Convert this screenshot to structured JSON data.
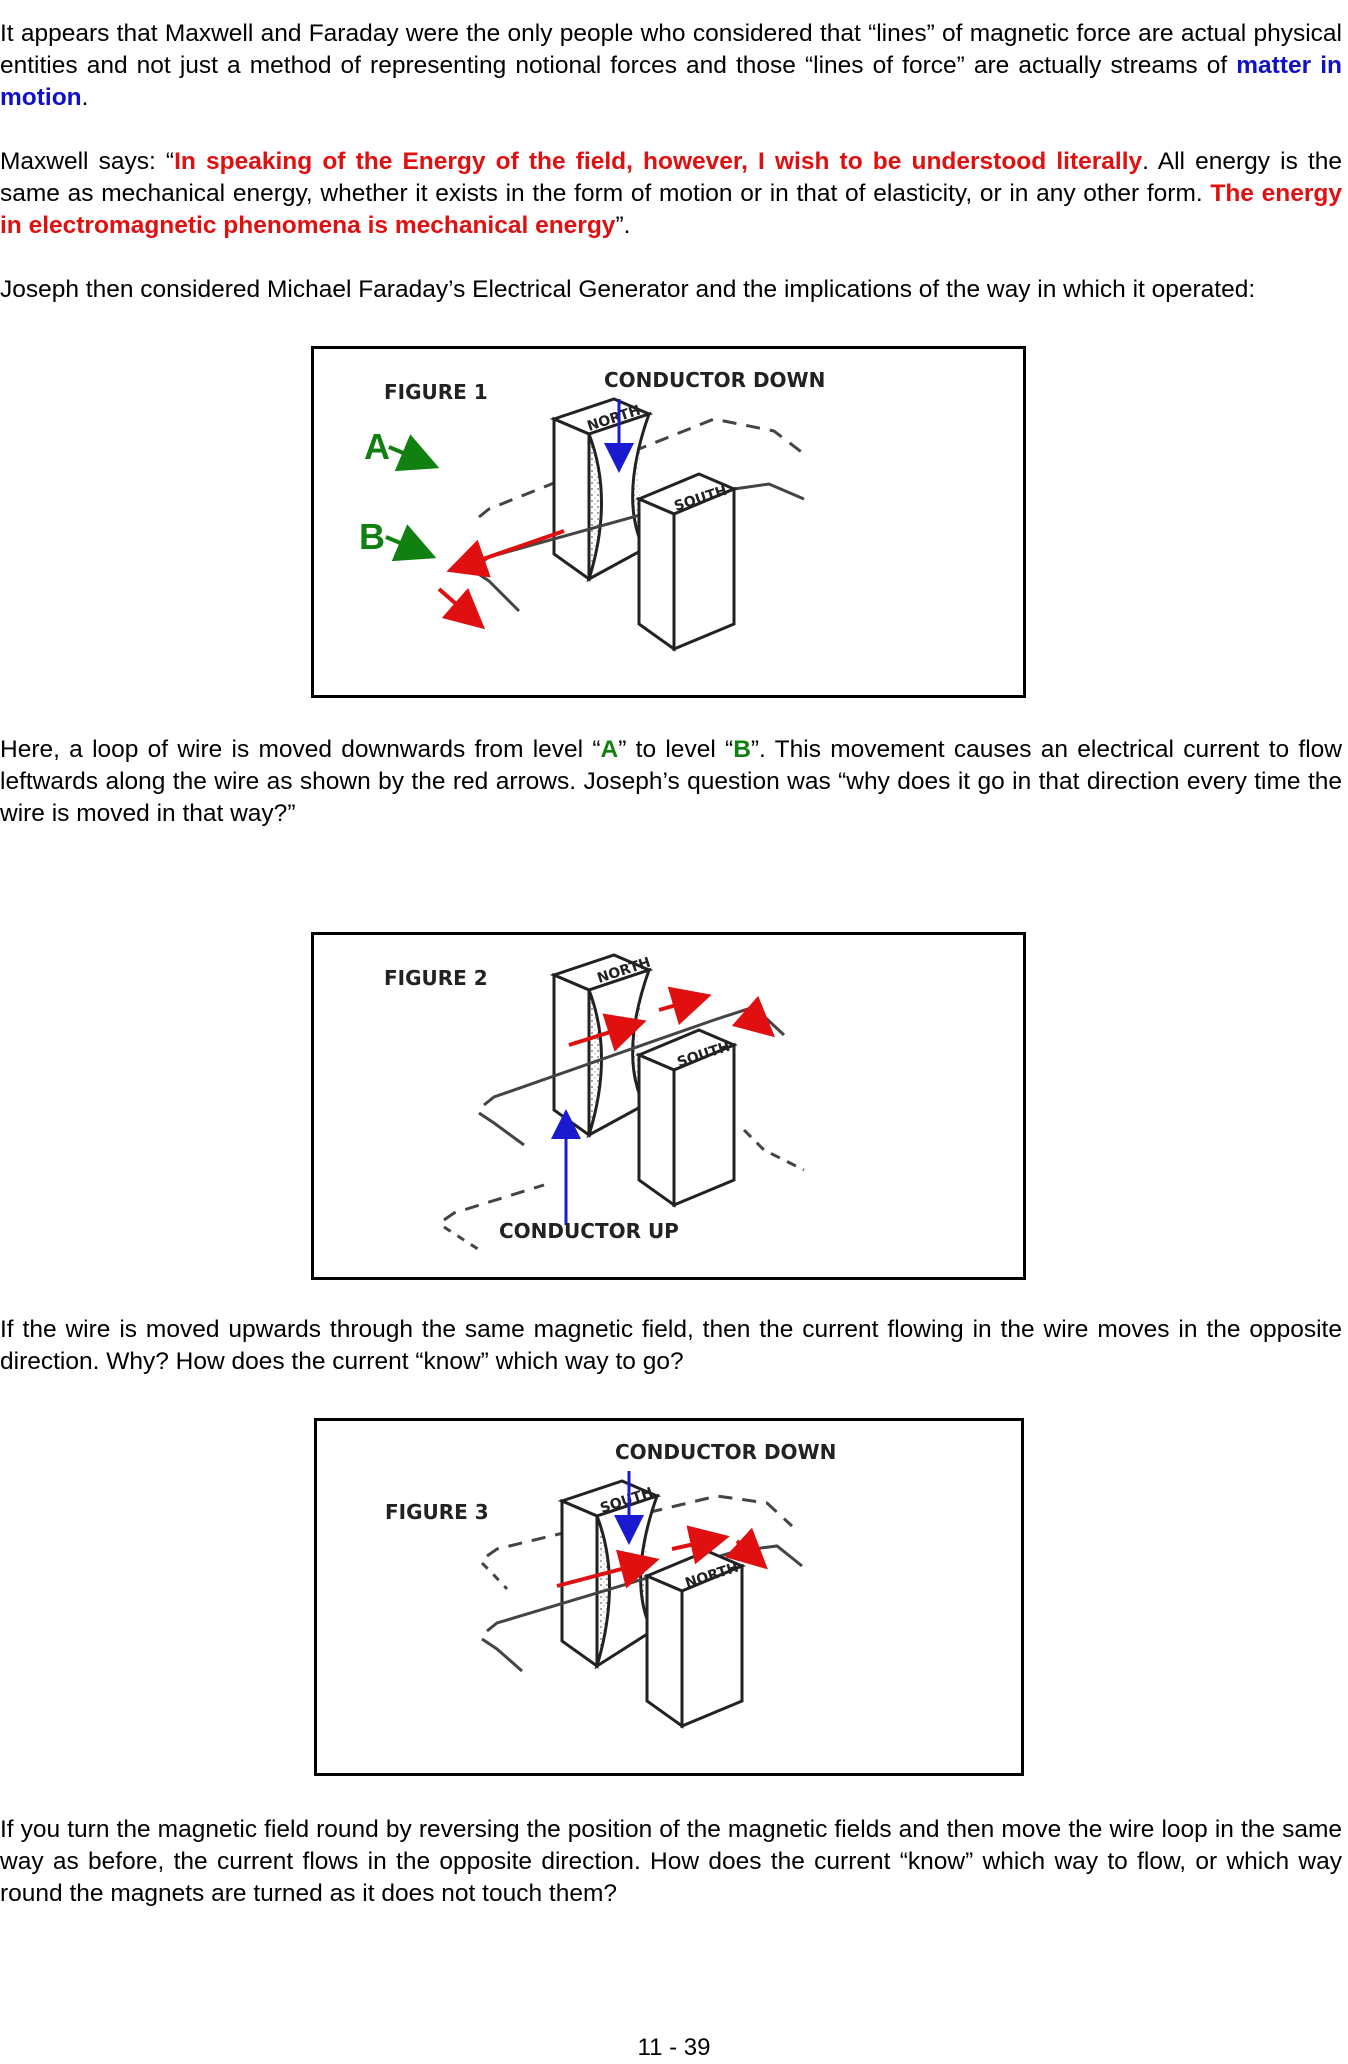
{
  "paragraphs": {
    "p1": {
      "a": "It appears that Maxwell and Faraday were the only people who considered that “lines” of magnetic force are actual physical entities and not just a method of representing notional forces and those “lines of force” are actually streams of ",
      "b": "matter in motion",
      "c": "."
    },
    "p2": {
      "a": "Maxwell says: “",
      "b": "In speaking of the Energy of the field, however, I wish to be understood literally",
      "c": ".  All energy is the same as mechanical energy, whether it exists in the form of motion or in that of elasticity, or in any other form.  ",
      "d": "The energy in electromagnetic phenomena is mechanical energy",
      "e": "”."
    },
    "p3": "Joseph then considered Michael Faraday’s Electrical Generator and the implications of the way in which it operated:",
    "p4": {
      "a": "Here, a loop of wire is moved downwards from level “",
      "b": "A",
      "c": "” to level “",
      "d": "B",
      "e": "”.  This movement causes an electrical current to flow leftwards along the wire as shown by the red arrows.  Joseph’s question was “why does it go in that direction every time the wire is moved in that way?”"
    },
    "p5": "If the wire is moved upwards through the same magnetic field, then the current flowing in the wire moves in the opposite direction.  Why?  How does the current “know” which way to go?",
    "p6": "If you turn the magnetic field round by reversing the position of the magnetic fields and then move the wire loop in the same way as before, the current flows in the opposite direction.  How does the current “know” which way to flow, or which way round the magnets are turned as it does not touch them?"
  },
  "figures": {
    "fig1": {
      "title": "FIGURE 1",
      "direction_label": "CONDUCTOR DOWN",
      "magnet_left": "NORTH",
      "magnet_right": "SOUTH",
      "level_a": "A",
      "level_b": "B"
    },
    "fig2": {
      "title": "FIGURE 2",
      "direction_label": "CONDUCTOR UP",
      "magnet_left": "NORTH",
      "magnet_right": "SOUTH"
    },
    "fig3": {
      "title": "FIGURE 3",
      "direction_label": "CONDUCTOR DOWN",
      "magnet_left": "SOUTH",
      "magnet_right": "NORTH"
    }
  },
  "footer": {
    "page_number": "11 - 39"
  },
  "colors": {
    "emphasis_red": "#e01010",
    "emphasis_blue": "#1010c8",
    "label_green": "#108010",
    "arrow_blue": "#1a1ad0"
  }
}
